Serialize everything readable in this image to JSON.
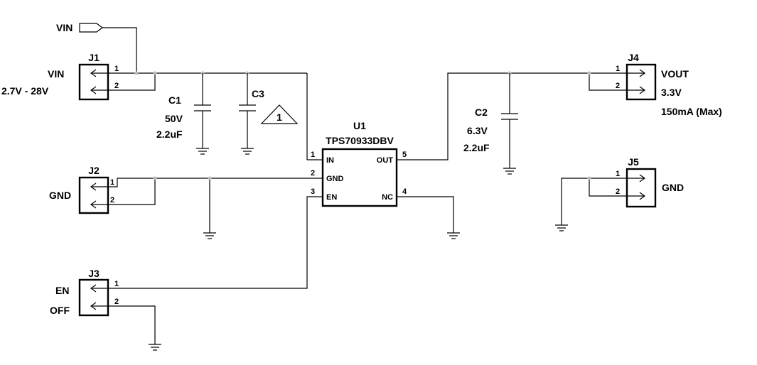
{
  "net_flag": {
    "label": "VIN"
  },
  "j1": {
    "ref": "J1",
    "label": "VIN",
    "range": "2.7V - 28V",
    "pin1": "1",
    "pin2": "2"
  },
  "j2": {
    "ref": "J2",
    "label": "GND",
    "pin1": "1",
    "pin2": "2"
  },
  "j3": {
    "ref": "J3",
    "label_on": "EN",
    "label_off": "OFF",
    "pin1": "1",
    "pin2": "2"
  },
  "j4": {
    "ref": "J4",
    "label": "VOUT",
    "voltage": "3.3V",
    "current": "150mA (Max)",
    "pin1": "1",
    "pin2": "2"
  },
  "j5": {
    "ref": "J5",
    "label": "GND",
    "pin1": "1",
    "pin2": "2"
  },
  "c1": {
    "ref": "C1",
    "voltage": "50V",
    "value": "2.2uF"
  },
  "c2": {
    "ref": "C2",
    "voltage": "6.3V",
    "value": "2.2uF"
  },
  "c3": {
    "ref": "C3"
  },
  "note": {
    "number": "1"
  },
  "u1": {
    "ref": "U1",
    "part": "TPS70933DBV",
    "pins": {
      "in": {
        "num": "1",
        "name": "IN"
      },
      "gnd": {
        "num": "2",
        "name": "GND"
      },
      "en": {
        "num": "3",
        "name": "EN"
      },
      "nc": {
        "num": "4",
        "name": "NC"
      },
      "out": {
        "num": "5",
        "name": "OUT"
      }
    }
  }
}
